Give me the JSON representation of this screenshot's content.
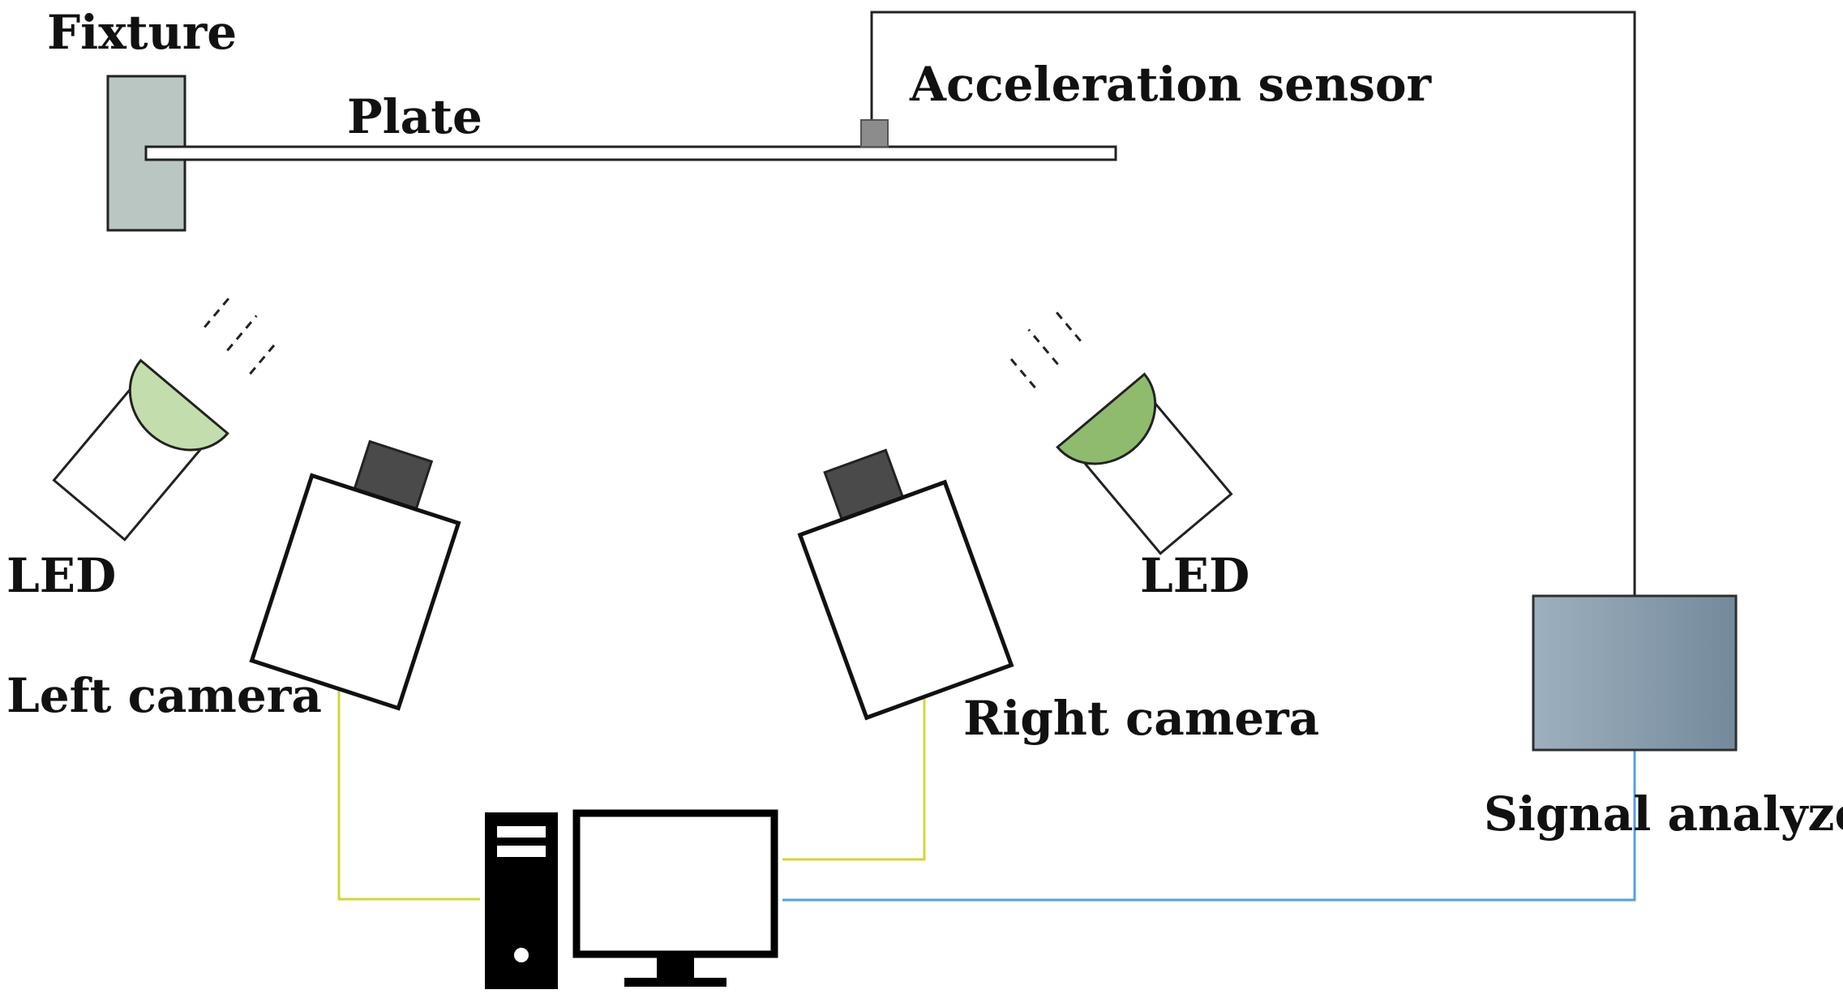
{
  "labels": {
    "fixture": "Fixture",
    "plate": "Plate",
    "acceleration_sensor": "Acceleration sensor",
    "led_left": "LED",
    "led_right": "LED",
    "left_camera": "Left camera",
    "right_camera": "Right camera",
    "signal_analyzer": "Signal analyzer"
  },
  "colors": {
    "fixture_fill": "#b9c6c1",
    "sensor_fill": "#8c8c8c",
    "led_left_lens": "#c3deac",
    "led_right_lens": "#8fbb6d",
    "camera_lens": "#4a4a4a",
    "camera_cable": "#d4d43a",
    "analyzer_cable": "#4aa3e6",
    "sensor_wire": "#222222",
    "analyzer_gradient_start": "#9db0bf",
    "analyzer_gradient_end": "#748a9c"
  },
  "icons": {
    "computer": "desktop-computer-icon",
    "led": "led-lamp-icon",
    "camera": "camera-icon"
  }
}
